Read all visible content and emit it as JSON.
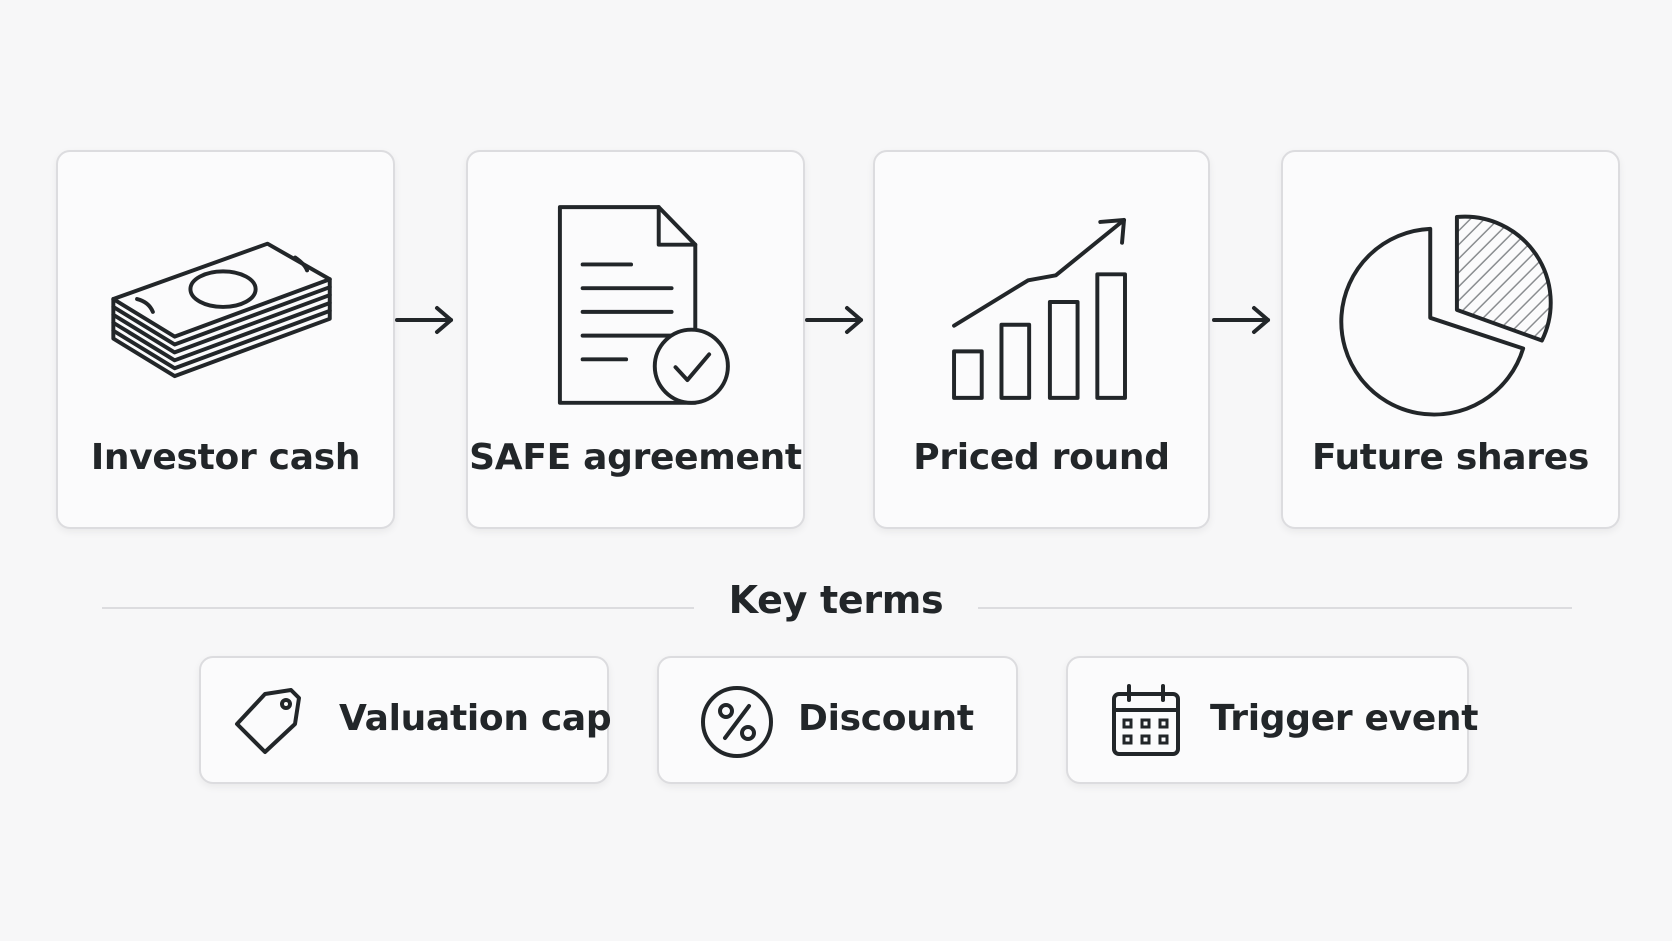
{
  "flow": [
    {
      "label": "Investor cash",
      "icon": "cash-stack-icon"
    },
    {
      "label": "SAFE agreement",
      "icon": "document-check-icon"
    },
    {
      "label": "Priced round",
      "icon": "bar-chart-growth-icon"
    },
    {
      "label": "Future shares",
      "icon": "pie-chart-icon"
    }
  ],
  "key_terms": {
    "title": "Key terms",
    "items": [
      {
        "label": "Valuation cap",
        "icon": "price-tag-icon"
      },
      {
        "label": "Discount",
        "icon": "percent-icon"
      },
      {
        "label": "Trigger event",
        "icon": "calendar-icon"
      }
    ]
  },
  "colors": {
    "background": "#f7f7f8",
    "card": "#fbfbfc",
    "border": "#dcdcdf",
    "ink": "#222629"
  }
}
